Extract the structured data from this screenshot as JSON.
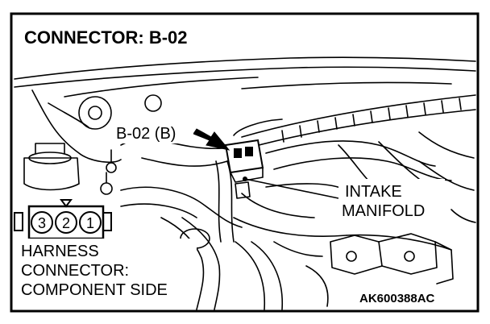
{
  "title": "CONNECTOR: B-02",
  "callouts": {
    "connector": "B-02 (B)",
    "intake_line1": "INTAKE",
    "intake_line2": "MANIFOLD",
    "harness_line1": "HARNESS",
    "harness_line2": "CONNECTOR:",
    "harness_line3": "COMPONENT SIDE"
  },
  "pins": [
    "3",
    "2",
    "1"
  ],
  "figure_code": "AK600388AC"
}
